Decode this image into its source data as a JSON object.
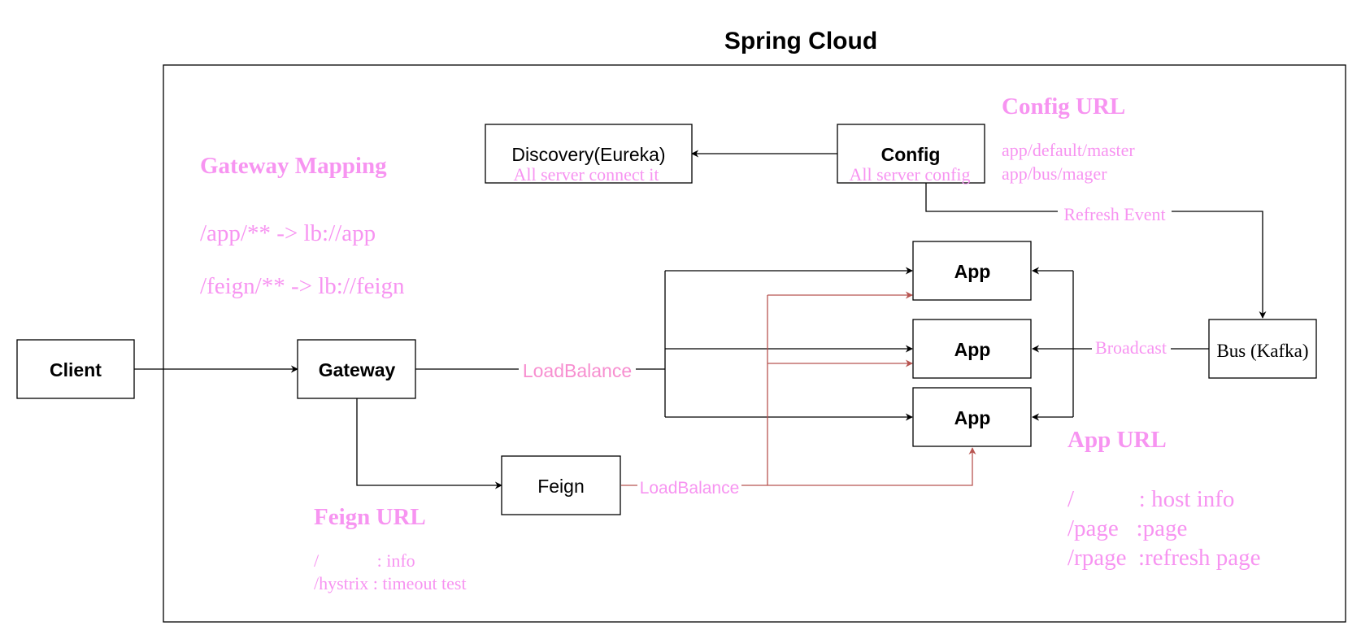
{
  "title": "Spring Cloud",
  "colors": {
    "pink": "#f794f1",
    "pink_label": "#f78fd0",
    "red_arrow": "#b85450",
    "black": "#000000"
  },
  "nodes": {
    "client": "Client",
    "gateway": "Gateway",
    "feign": "Feign",
    "discovery": "Discovery(Eureka)",
    "config": "Config",
    "app": "App",
    "bus": "Bus (Kafka)"
  },
  "captions": {
    "discovery": "All server connect it",
    "config": "All server config"
  },
  "edge_labels": {
    "gateway_lb": "LoadBalance",
    "feign_lb": "LoadBalance",
    "refresh": "Refresh Event",
    "broadcast": "Broadcast"
  },
  "notes": {
    "gateway_mapping": {
      "title": "Gateway Mapping",
      "lines": [
        "/app/** -> lb://app",
        "/feign/** -> lb://feign"
      ]
    },
    "config_url": {
      "title": "Config URL",
      "lines": [
        "app/default/master",
        "app/bus/mager"
      ]
    },
    "feign_url": {
      "title": "Feign URL",
      "lines": [
        "/             : info",
        "/hystrix : timeout test"
      ]
    },
    "app_url": {
      "title": "App URL",
      "lines": [
        "/           : host info",
        "/page   :page",
        "/rpage  :refresh page"
      ]
    }
  }
}
